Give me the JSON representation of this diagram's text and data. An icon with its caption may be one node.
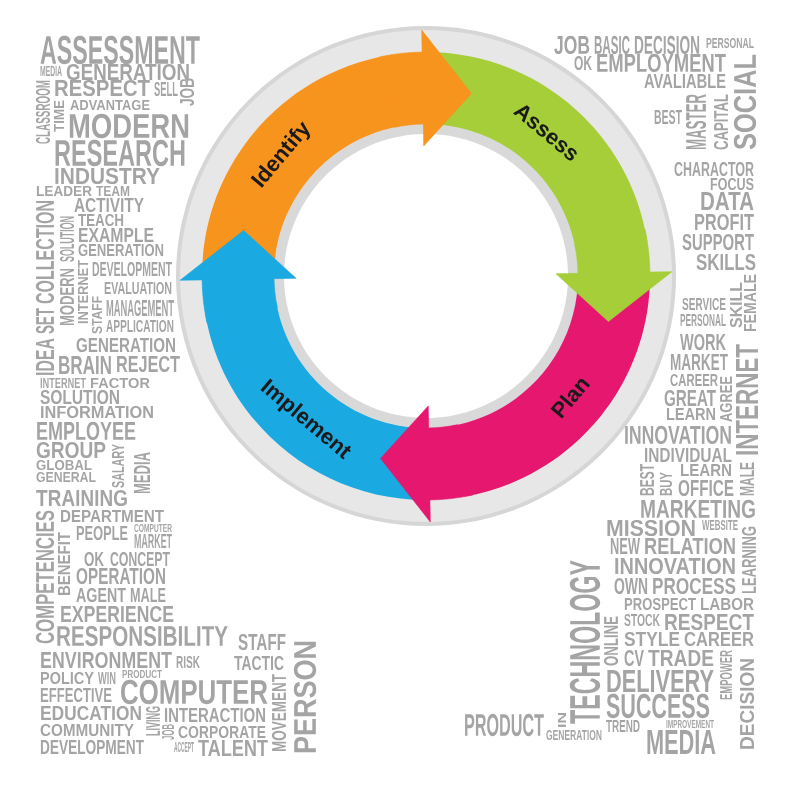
{
  "diagram": {
    "nodes": [
      {
        "text": [
          "Identify"
        ]
      },
      {
        "text": [
          "Assess"
        ]
      },
      {
        "text": [
          "Plan"
        ]
      },
      {
        "text": [
          "Implement"
        ]
      }
    ],
    "edges": [
      {
        "from": 0,
        "to": 1,
        "arrow": "to",
        "color": "#f7941d"
      },
      {
        "from": 1,
        "to": 2,
        "arrow": "to",
        "color": "#a6ce39"
      },
      {
        "from": 2,
        "to": 3,
        "arrow": "to",
        "color": "#e6176f"
      },
      {
        "from": 3,
        "to": 0,
        "arrow": "to",
        "color": "#1ba9e1"
      }
    ],
    "labels": [
      "ASSESSMENT",
      "JOB",
      "BASIC",
      "DECISION",
      "PERSONAL",
      "MEDIA",
      "GENERATION",
      "OK",
      "EMPLOYMENT",
      "RESPECT",
      "SELL",
      "JOB",
      "AVALIABLE",
      "CLASSROOM",
      "ADVANTAGE",
      "SOCIAL",
      "TIME",
      "MODERN",
      "BEST",
      "MASTER",
      "CAPITAL",
      "RESEARCH",
      "INDUSTRY",
      "CHARACTOR",
      "LEADER",
      "TEAM",
      "FOCUS",
      "ACTIVITY",
      "DATA",
      "TEACH",
      "PROFIT",
      "SOLUTION",
      "EXAMPLE",
      "SUPPORT",
      "COLLECTION",
      "GENERATION",
      "SKILLS",
      "DEVELOPMENT",
      "MODERN",
      "INTERNET",
      "EVALUATION",
      "STAFF",
      "MANAGEMENT",
      "SERVICE",
      "SKILL",
      "FEMALE",
      "SET",
      "APPLICATION",
      "PERSONAL",
      "GENERATION",
      "WORK",
      "IDEA",
      "BRAIN",
      "REJECT",
      "MARKET",
      "INTERNET",
      "FACTOR",
      "CAREER",
      "SOLUTION",
      "GREAT",
      "AGREE",
      "INTERNET",
      "INFORMATION",
      "LEARN",
      "EMPLOYEE",
      "INNOVATION",
      "GROUP",
      "INDIVIDUAL",
      "GLOBAL",
      "SALARY",
      "MEDIA",
      "LEARN",
      "GENERAL",
      "BEST",
      "BUY",
      "OFFICE",
      "MALE",
      "TRAINING",
      "MARKETING",
      "DEPARTMENT",
      "COMPUTER",
      "MISSION",
      "WEBSITE",
      "PEOPLE",
      "MARKET",
      "NEW",
      "RELATION",
      "BENEFIT",
      "OK",
      "CONCEPT",
      "INNOVATION",
      "LEARNING",
      "COMPETENCIES",
      "OPERATION",
      "OWN",
      "PROCESS",
      "AGENT",
      "MALE",
      "PROSPECT",
      "LABOR",
      "EXPERIENCE",
      "STOCK",
      "RESPECT",
      "RESPONSIBILITY",
      "STAFF",
      "TECHNOLOGY",
      "ONLINE",
      "STYLE",
      "CAREER",
      "ENVIRONMENT",
      "RISK",
      "TACTIC",
      "CV",
      "TRADE",
      "POLICY",
      "WIN",
      "PRODUCT",
      "DELIVERY",
      "EMPOWER",
      "EFFECTIVE",
      "COMPUTER",
      "PERSON",
      "DECISION",
      "EDUCATION",
      "INTERACTION",
      "MOVEMENT",
      "SUCCESS",
      "COMMUNITY",
      "LIVING",
      "JOB",
      "CORPORATE",
      "PRODUCT",
      "IN",
      "TREND",
      "IMPROVEMENT",
      "DEVELOPMENT",
      "ACCEPT",
      "TALENT",
      "GENERATION",
      "MEDIA"
    ]
  }
}
